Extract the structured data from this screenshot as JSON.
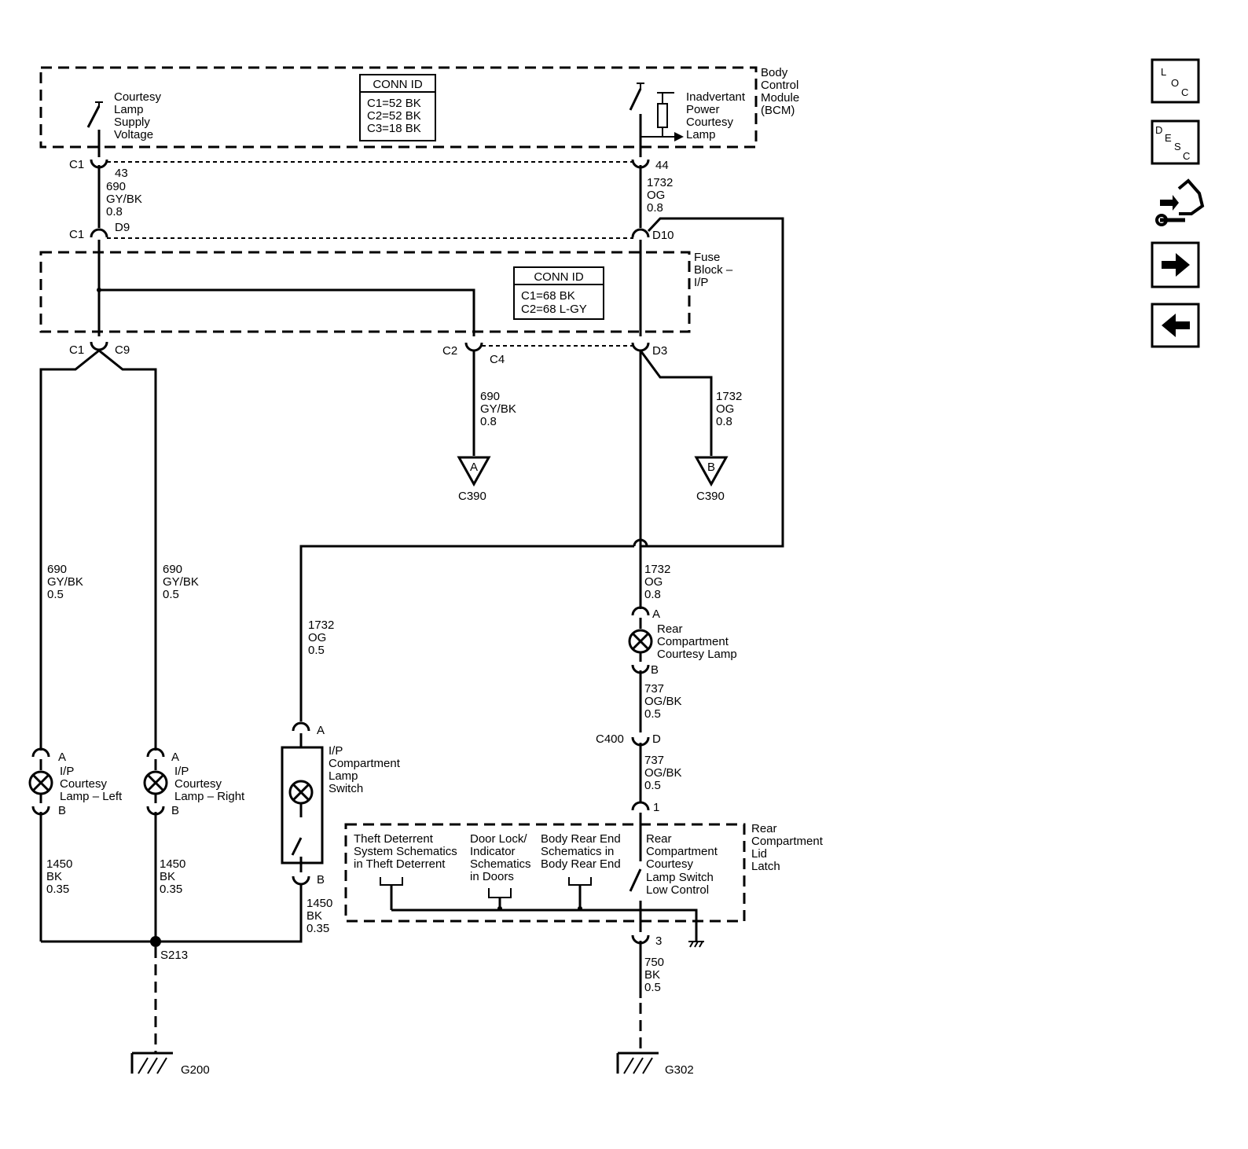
{
  "modules": {
    "bcm": {
      "label": [
        "Body",
        "Control",
        "Module",
        "(BCM)"
      ]
    },
    "fuse_block": {
      "label": [
        "Fuse",
        "Block –",
        "I/P"
      ]
    },
    "latch": {
      "label": [
        "Rear",
        "Compartment",
        "Lid",
        "Latch"
      ]
    }
  },
  "conn_id_bcm": {
    "header": "CONN ID",
    "lines": [
      "C1=52 BK",
      "C2=52 BK",
      "C3=18 BK"
    ]
  },
  "conn_id_fuse": {
    "header": "CONN ID",
    "lines": [
      "C1=68 BK",
      "C2=68 L-GY"
    ]
  },
  "components": {
    "courtesy_supply": [
      "Courtesy",
      "Lamp",
      "Supply",
      "Voltage"
    ],
    "inadvertant": [
      "Inadvertant",
      "Power",
      "Courtesy",
      "Lamp"
    ],
    "ip_lamp_left": [
      "I/P",
      "Courtesy",
      "Lamp – Left"
    ],
    "ip_lamp_right": [
      "I/P",
      "Courtesy",
      "Lamp – Right"
    ],
    "ip_comp_switch": [
      "I/P",
      "Compartment",
      "Lamp",
      "Switch"
    ],
    "rear_lamp": [
      "Rear",
      "Compartment",
      "Courtesy Lamp"
    ],
    "rear_switch": [
      "Rear",
      "Compartment",
      "Courtesy",
      "Lamp Switch",
      "Low Control"
    ],
    "theft": [
      "Theft Deterrent",
      "System Schematics",
      "in Theft Deterrent"
    ],
    "door_lock": [
      "Door Lock/",
      "Indicator",
      "Schematics",
      "in Doors"
    ],
    "body_rear": [
      "Body Rear End",
      "Schematics in",
      "Body Rear End"
    ]
  },
  "wires": {
    "w_690_gybk_08": [
      "690",
      "GY/BK",
      "0.8"
    ],
    "w_1732_og_08": [
      "1732",
      "OG",
      "0.8"
    ],
    "w_690_gybk_05": [
      "690",
      "GY/BK",
      "0.5"
    ],
    "w_1732_og_05": [
      "1732",
      "OG",
      "0.5"
    ],
    "w_737_ogbk_05": [
      "737",
      "OG/BK",
      "0.5"
    ],
    "w_1450_bk_035": [
      "1450",
      "BK",
      "0.35"
    ],
    "w_750_bk_05": [
      "750",
      "BK",
      "0.5"
    ]
  },
  "pins": {
    "c1": "C1",
    "c2": "C2",
    "c9": "C9",
    "c4": "C4",
    "d9": "D9",
    "d10": "D10",
    "d3": "D3",
    "p43": "43",
    "p44": "44",
    "a": "A",
    "b": "B",
    "d": "D",
    "c400": "C400",
    "p1": "1",
    "p3": "3"
  },
  "refs": {
    "a": "A",
    "b": "B",
    "c390": "C390"
  },
  "splices": {
    "s213": "S213"
  },
  "grounds": {
    "g200": "G200",
    "g302": "G302"
  },
  "nav": {
    "loc": [
      "L",
      "O",
      "C"
    ],
    "desc": [
      "D",
      "E",
      "S",
      "C"
    ],
    "icons": [
      "connector-tool-icon",
      "arrow-right-icon",
      "arrow-left-icon"
    ]
  }
}
